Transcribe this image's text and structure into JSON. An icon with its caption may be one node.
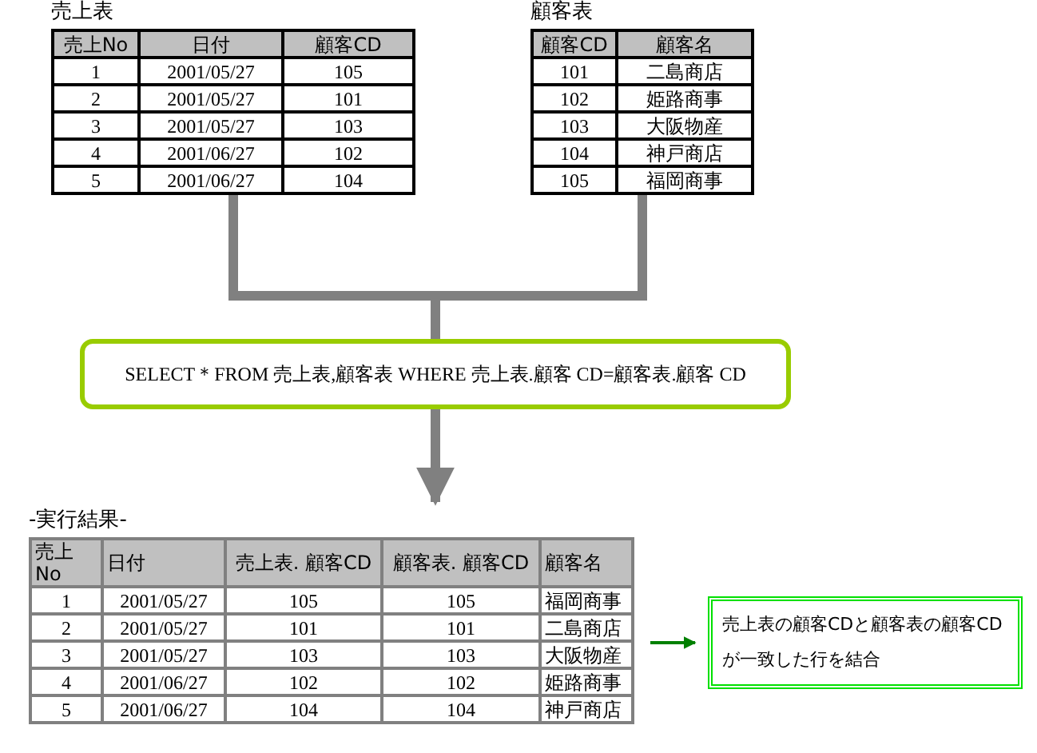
{
  "diagram": {
    "nodes": [
      {
        "text": [
          "売上表",
          "売上No",
          "日付",
          "顧客CD",
          "1",
          "2001/05/27",
          "105",
          "2",
          "2001/05/27",
          "101",
          "3",
          "2001/05/27",
          "103",
          "4",
          "2001/06/27",
          "102",
          "5",
          "2001/06/27",
          "104"
        ]
      },
      {
        "text": [
          "顧客表",
          "顧客CD",
          "顧客名",
          "101",
          "二島商店",
          "102",
          "姫路商事",
          "103",
          "大阪物産",
          "104",
          "神戸商店",
          "105",
          "福岡商事"
        ]
      },
      {
        "text": [
          "SELECT＊FROM 売上表,顧客表 WHERE 売上表.顧客 CD=顧客表.顧客 CD"
        ]
      },
      {
        "text": [
          "-実行結果-",
          "売上 No",
          "日付",
          "売上表. 顧客CD",
          "顧客表. 顧客CD",
          "顧客名",
          "1",
          "2001/05/27",
          "105",
          "105",
          "福岡商事",
          "2",
          "2001/05/27",
          "101",
          "101",
          "二島商店",
          "3",
          "2001/05/27",
          "103",
          "103",
          "大阪物産",
          "4",
          "2001/06/27",
          "102",
          "102",
          "姫路商事",
          "5",
          "2001/06/27",
          "104",
          "104",
          "神戸商店"
        ]
      },
      {
        "text": [
          "売上表の顧客CDと顧客表の顧客CDが一致した行を結合"
        ]
      }
    ],
    "edges": [
      {
        "from": 0,
        "to": 2,
        "arrow": "none"
      },
      {
        "from": 1,
        "to": 2,
        "arrow": "none"
      },
      {
        "from": 2,
        "to": 3,
        "arrow": "to"
      },
      {
        "from": 3,
        "to": 4,
        "arrow": "to",
        "color": "#008000"
      }
    ]
  }
}
